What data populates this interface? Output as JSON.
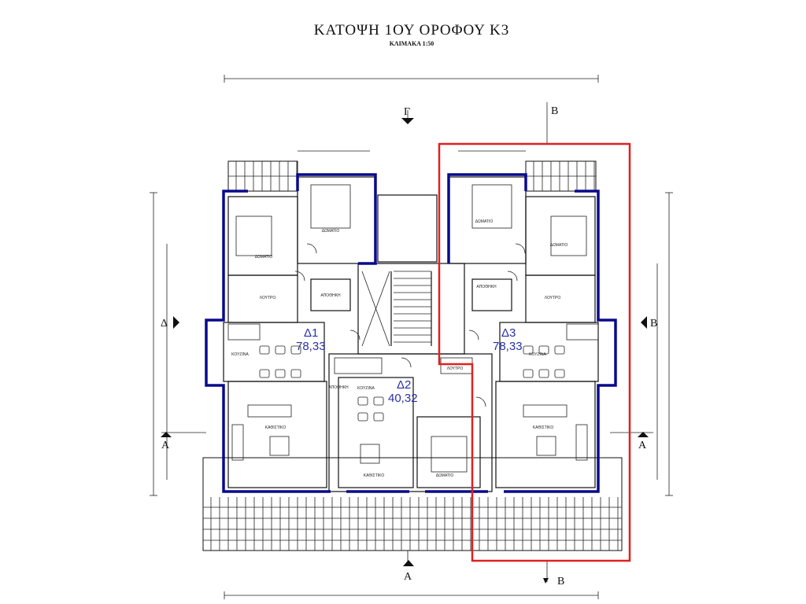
{
  "title": "ΚΑΤΟΨΗ 1ΟΥ ΟΡΟΦΟΥ Κ3",
  "scale": "ΚΛΙΜΑΚΑ 1:50",
  "section_markers": {
    "top": "Γ",
    "top_right": "Β",
    "bottom_right": "Β",
    "left_mid": "Δ",
    "right_mid": "Β",
    "left_low": "Α",
    "right_low": "Α",
    "bottom": "Α"
  },
  "apartments": [
    {
      "id": "Δ1",
      "area": "78,33"
    },
    {
      "id": "Δ2",
      "area": "40,32"
    },
    {
      "id": "Δ3",
      "area": "78,33"
    }
  ],
  "rooms": {
    "bedroom": "ΔΩΜΑΤΙΟ",
    "bath": "ΛΟΥΤΡΟ",
    "kitchen": "ΚΟΥΖΙΝΑ",
    "living": "ΚΑΘΙΣΤΙΚΟ",
    "storage": "ΑΠΟΘΗΚΗ"
  },
  "highlight_color": "#e02020",
  "wall_color": "#0a0a8c",
  "area_color": "#2b2fa6"
}
